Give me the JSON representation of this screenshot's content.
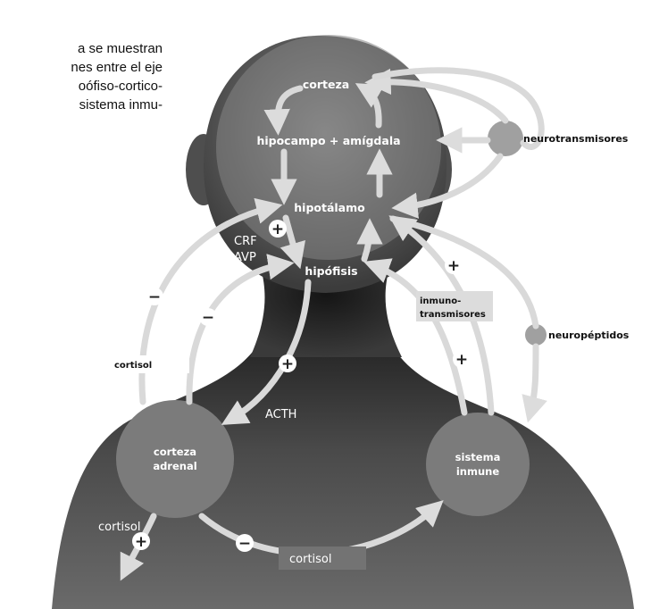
{
  "caption": {
    "line1": "a se muestran",
    "line2": "nes entre el eje",
    "line3": "oófiso-cortico-",
    "line4": "sistema inmu-"
  },
  "nodes": {
    "corteza": "corteza",
    "hipocampo": "hipocampo + amígdala",
    "hipotalamo": "hipotálamo",
    "hipofisis": "hipófisis",
    "corteza_adrenal_1": "corteza",
    "corteza_adrenal_2": "adrenal",
    "sistema_inmune_1": "sistema",
    "sistema_inmune_2": "inmune"
  },
  "labels": {
    "crf": "CRF",
    "avp": "AVP",
    "acth": "ACTH",
    "cortisol_left": "cortisol",
    "cortisol_bottom_left": "cortisol",
    "cortisol_bottom": "cortisol",
    "inmuno_1": "inmuno-",
    "inmuno_2": "transmisores",
    "neurotransmisores": "neurotransmisores",
    "neuropeptidos": "neuropéptidos"
  },
  "signs": {
    "plus": "+",
    "minus": "−"
  },
  "colors": {
    "head_dark": "#3a3a3a",
    "head_light": "#6e6e6e",
    "circle": "#7b7b7b",
    "arrow": "#d9d9d9",
    "sign_bg": "#ffffff",
    "sign_fg": "#222222"
  }
}
